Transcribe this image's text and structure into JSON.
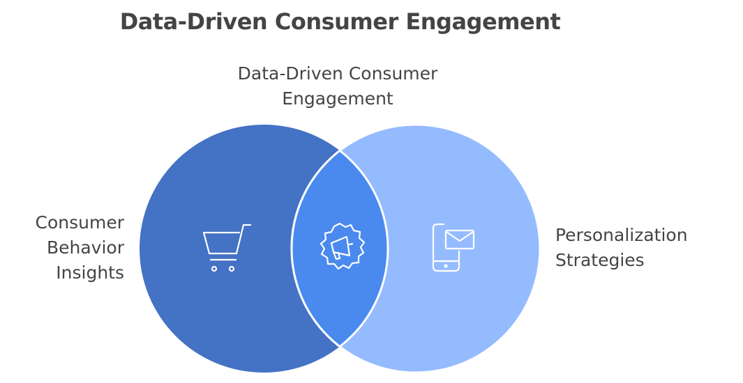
{
  "title": "Data-Driven Consumer Engagement",
  "labels": {
    "top": "Data-Driven Consumer\nEngagement",
    "left": "Consumer\nBehavior\nInsights",
    "right": "Personalization\nStrategies"
  },
  "sets": [
    {
      "label_key": "left",
      "color": "#4472c4",
      "icon": "shopping-cart-icon"
    },
    {
      "label_key": "right",
      "color": "#95bbff",
      "icon": "mobile-mail-icon"
    }
  ],
  "intersection": {
    "label_key": "top",
    "color": "#4a8aee",
    "icon": "gear-megaphone-icon"
  }
}
